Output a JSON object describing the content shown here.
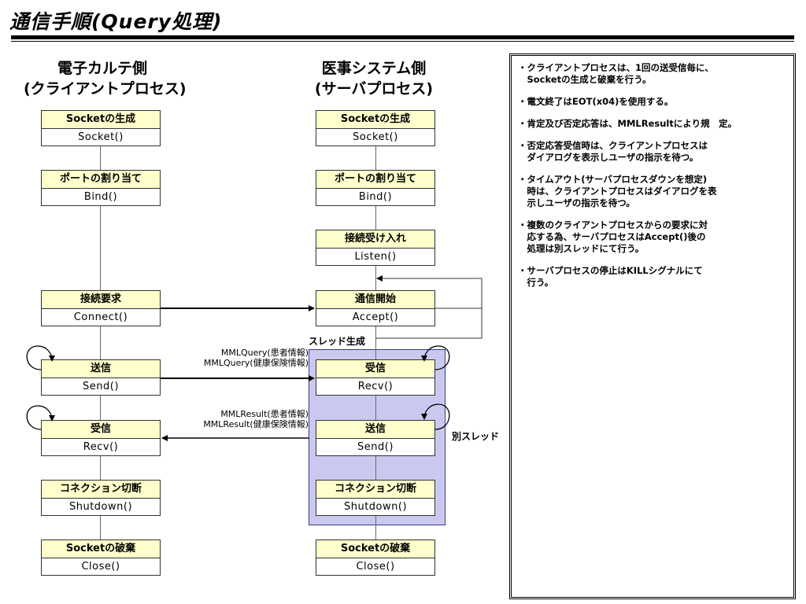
{
  "title": "通信手順(Query処理)",
  "client": {
    "heading_line1": "電子カルテ側",
    "heading_line2": "(クライアントプロセス)",
    "steps": [
      {
        "label": "Socketの生成",
        "call": "Socket()"
      },
      {
        "label": "ポートの割り当て",
        "call": "Bind()"
      },
      {
        "label": "接続要求",
        "call": "Connect()"
      },
      {
        "label": "送信",
        "call": "Send()"
      },
      {
        "label": "受信",
        "call": "Recv()"
      },
      {
        "label": "コネクション切断",
        "call": "Shutdown()"
      },
      {
        "label": "Socketの破棄",
        "call": "Close()"
      }
    ]
  },
  "server": {
    "heading_line1": "医事システム側",
    "heading_line2": "(サーバプロセス)",
    "steps": [
      {
        "label": "Socketの生成",
        "call": "Socket()"
      },
      {
        "label": "ポートの割り当て",
        "call": "Bind()"
      },
      {
        "label": "接続受け入れ",
        "call": "Listen()"
      },
      {
        "label": "通信開始",
        "call": "Accept()"
      },
      {
        "label": "受信",
        "call": "Recv()"
      },
      {
        "label": "送信",
        "call": "Send()"
      },
      {
        "label": "コネクション切断",
        "call": "Shutdown()"
      },
      {
        "label": "Socketの破棄",
        "call": "Close()"
      }
    ]
  },
  "messages": {
    "query_line1": "MMLQuery(患者情報)",
    "query_line2": "MMLQuery(健康保険情報)",
    "result_line1": "MMLResult(患者情報)",
    "result_line2": "MMLResult(健康保険情報)"
  },
  "labels": {
    "thread_create": "スレッド生成",
    "other_thread": "別スレッド"
  },
  "notes": [
    "・クライアントプロセスは、1回の送受信毎に、\n　Socketの生成と破棄を行う。",
    "・電文終了はEOT(x04)を使用する。",
    "・肯定及び否定応答は、MMLResultにより規　定。",
    "・否定応答受信時は、クライアントプロセスは\n　ダイアログを表示しユーザの指示を待つ。",
    "・タイムアウト(サーバプロセスダウンを想定)\n　時は、クライアントプロセスはダイアログを表\n　示しユーザの指示を待つ。",
    "・複数のクライアントプロセスからの要求に対\n　応する為、サーバプロセスはAccept()後の\n　処理は別スレッドにて行う。",
    "・サーバプロセスの停止はKILLシグナルにて\n　行う。"
  ],
  "colors": {
    "step_header": "#ffffcc",
    "thread_area": "#c9c9f0"
  }
}
